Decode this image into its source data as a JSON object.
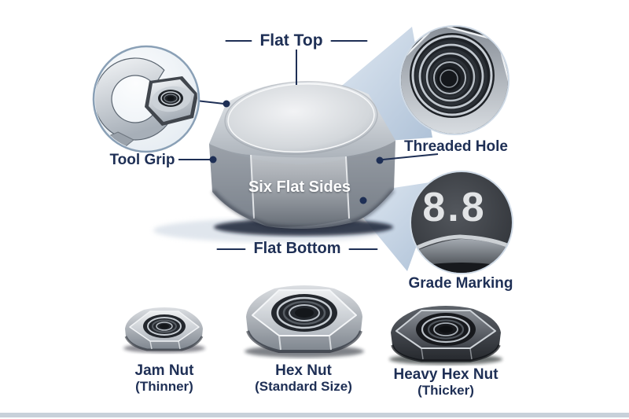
{
  "colors": {
    "background": "#ffffff",
    "label_navy": "#1e2f55",
    "beam_blue": "#b7c8dc",
    "bottom_bar": "#c8d1da",
    "metal_light": "#c9ced4",
    "metal_dark": "#3a3e45"
  },
  "labels": {
    "flat_top": "Flat Top",
    "tool_grip": "Tool Grip",
    "threaded_hole": "Threaded Hole",
    "six_flat_sides": "Six Flat Sides",
    "flat_bottom": "Flat Bottom",
    "grade_marking": "Grade Marking",
    "grade_value": "8.8"
  },
  "nut_types": [
    {
      "name": "Jam Nut",
      "qualifier": "(Thinner)"
    },
    {
      "name": "Hex Nut",
      "qualifier": "(Standard Size)"
    },
    {
      "name": "Heavy Hex Nut",
      "qualifier": "(Thicker)"
    }
  ],
  "icons": {
    "wrench": "wrench-icon",
    "threaded_hole": "threaded-hole-icon",
    "grade_stamp": "grade-stamp-icon"
  }
}
